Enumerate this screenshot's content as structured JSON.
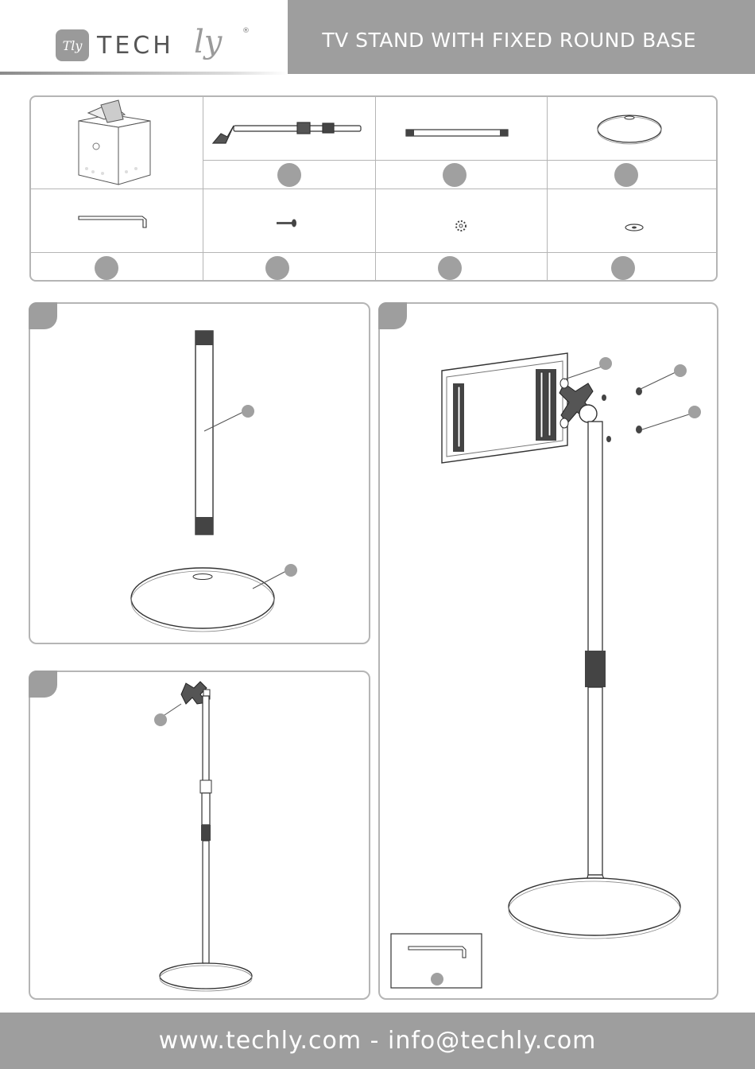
{
  "header": {
    "logo_badge": "Tly",
    "logo_text": "TECH",
    "logo_script": "ly",
    "logo_reg": "®",
    "title": "TV STAND WITH FIXED ROUND BASE"
  },
  "footer": {
    "contact": "www.techly.com - info@techly.com"
  },
  "icons": [
    "box-icon",
    "pole-with-mount-icon",
    "pole-icon",
    "round-base-icon",
    "hex-key-icon",
    "screw-icon",
    "lock-washer-icon",
    "washer-icon"
  ],
  "colors": {
    "accent_gray": "#9e9e9e",
    "border_gray": "#b5b5b5",
    "callout_gray": "#a0a0a0"
  }
}
